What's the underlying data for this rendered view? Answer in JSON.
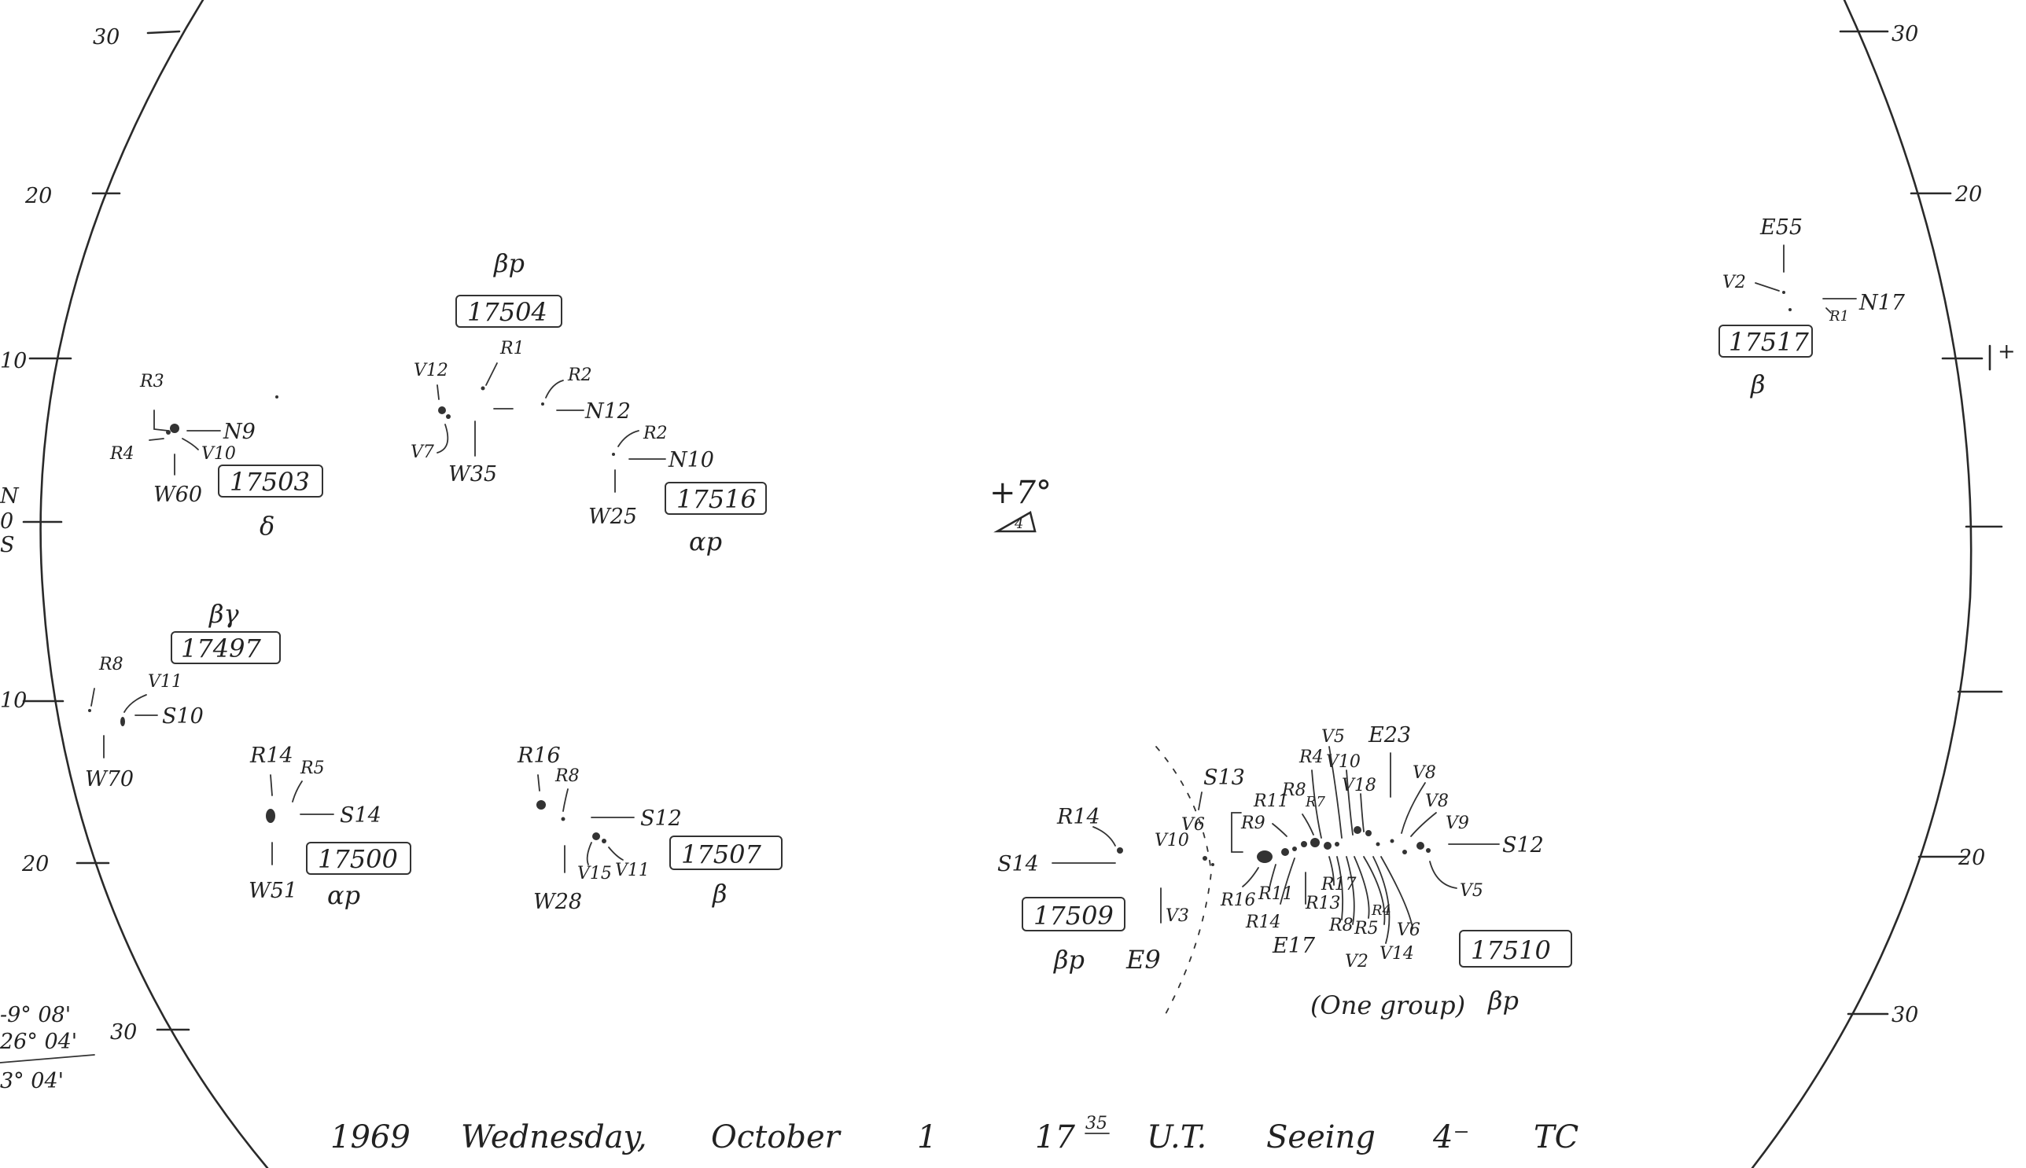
{
  "scale": {
    "left": {
      "t1": "30",
      "t2": "20",
      "t3": "10",
      "eq_top": "N",
      "eq_mid": "0",
      "eq_bot": "S",
      "t4": "10",
      "t5": "20",
      "t6": "30"
    },
    "right": {
      "t1": "30",
      "t2": "20",
      "t3": "+",
      "t4": "20",
      "t5": "30"
    }
  },
  "groups": {
    "g17503": {
      "number": "17503",
      "class": "δ",
      "r_a": "R3",
      "r_b": "R4",
      "v": "V10",
      "lat": "N9",
      "lon": "W60"
    },
    "g17504": {
      "number": "17504",
      "class": "βp",
      "r1": "R1",
      "r2": "R2",
      "v12": "V12",
      "v7": "V7",
      "lat": "N12",
      "lon": "W35"
    },
    "g17516": {
      "number": "17516",
      "class": "αp",
      "r": "R2",
      "lat": "N10",
      "lon": "W25"
    },
    "g17517": {
      "number": "17517",
      "class": "β",
      "lon": "E55",
      "v": "V2",
      "r": "R1",
      "lat": "N17"
    },
    "g17497": {
      "number": "17497",
      "class": "βγ",
      "r": "R8",
      "v": "V11",
      "lat": "S10",
      "lon": "W70"
    },
    "g17500": {
      "number": "17500",
      "class": "αp",
      "r_a": "R14",
      "r_b": "R5",
      "lat": "S14",
      "lon": "W51"
    },
    "g17507": {
      "number": "17507",
      "class": "β",
      "r_a": "R16",
      "r_b": "R8",
      "lat": "S12",
      "v_a": "V15",
      "v_b": "V11",
      "lon": "W28"
    },
    "g17509": {
      "number": "17509",
      "class": "βp",
      "r": "R14",
      "lat": "S14"
    },
    "g17510": {
      "number": "17510",
      "class": "βp",
      "note": "(One group)"
    }
  },
  "region": {
    "s13": "S13",
    "v10": "V10",
    "v6": "V6",
    "v3": "V3",
    "e9": "E9",
    "r9": "R9",
    "r11": "R11",
    "r8": "R8",
    "r7": "R7",
    "r4": "R4",
    "v5": "V5",
    "v10b": "V10",
    "v18": "V18",
    "e23": "E23",
    "v8a": "V8",
    "v8b": "V8",
    "v9": "V9",
    "s12": "S12",
    "v5b": "V5",
    "r16": "R16",
    "r11b": "R11",
    "r14": "R14",
    "r13": "R13",
    "r17": "R17",
    "r8b": "R8",
    "r5": "R5",
    "r4b": "R4",
    "v6b": "V6",
    "v14": "V14",
    "v2": "V2",
    "e17": "E17"
  },
  "center": {
    "tilt": "+7°",
    "seeing_mark": "4"
  },
  "corner": {
    "line1": "-9° 08'",
    "line2": "26° 04'",
    "line3": "3° 04'"
  },
  "footer": {
    "year": "1969",
    "weekday": "Wednesday,",
    "month": "October",
    "day": "1",
    "time_h": "17",
    "time_m": "35",
    "ut": "U.T.",
    "seeing": "Seeing",
    "seeing_val": "4⁻",
    "observer": "TC"
  }
}
